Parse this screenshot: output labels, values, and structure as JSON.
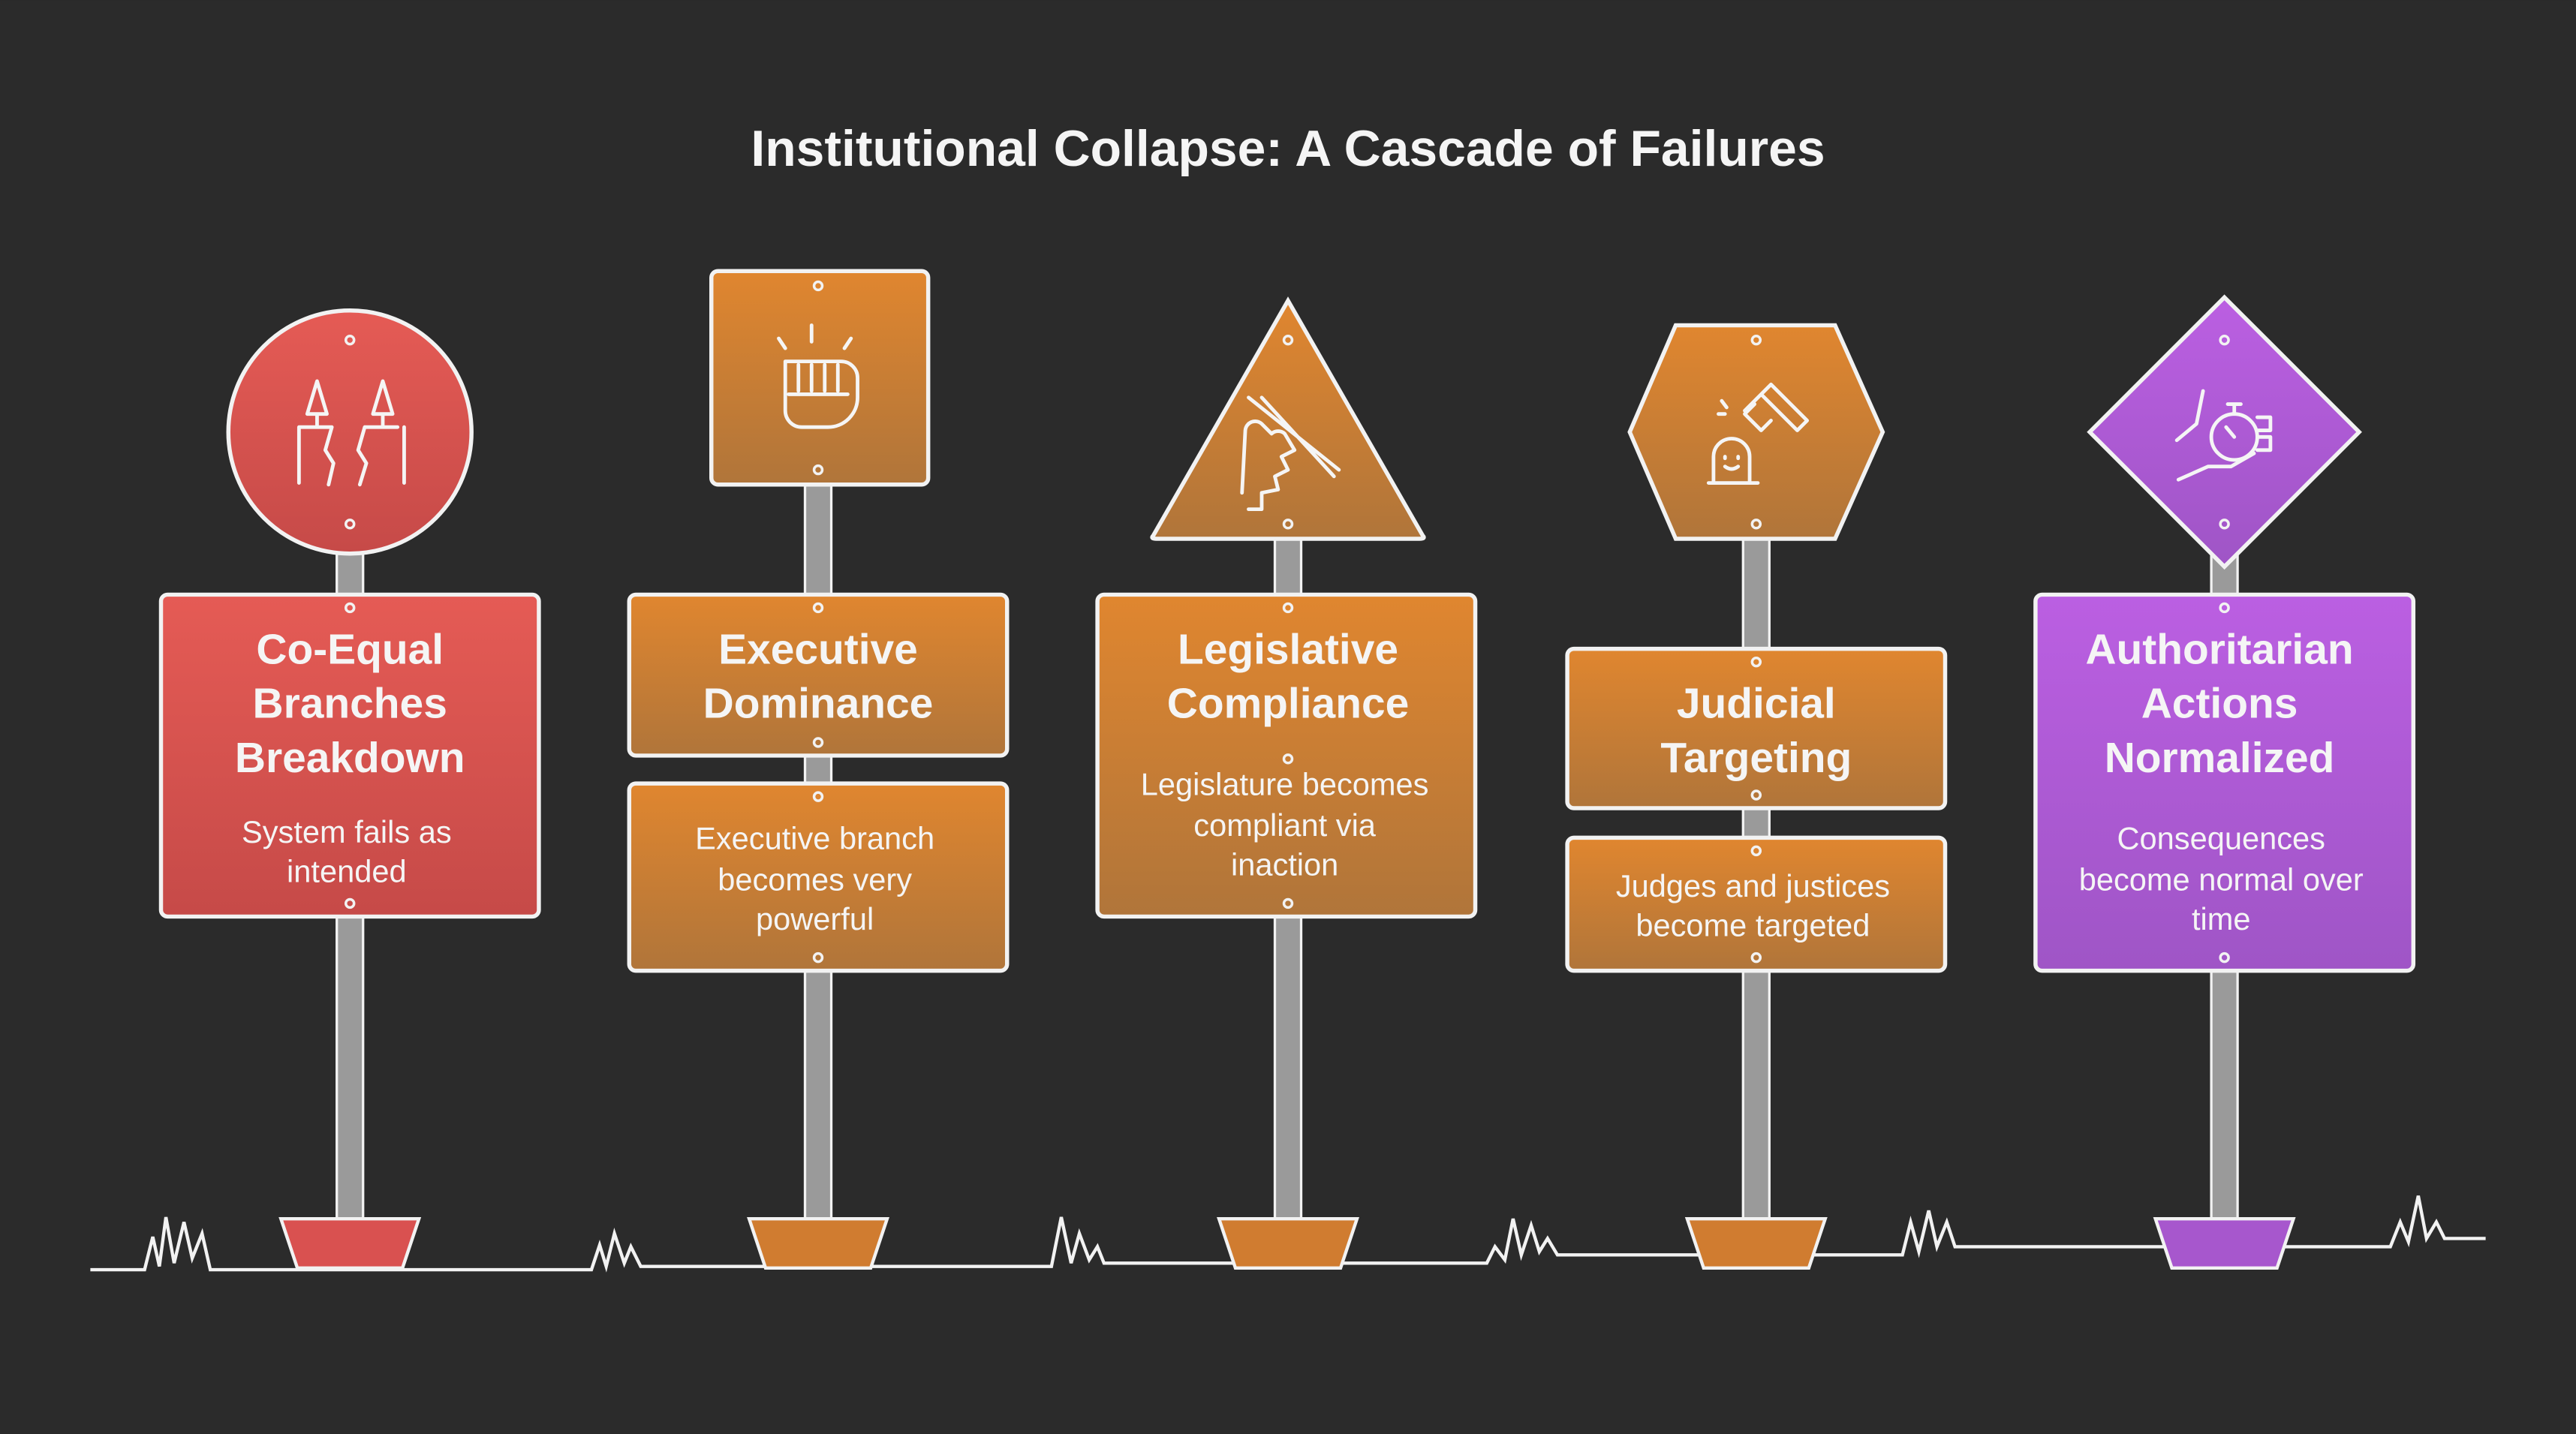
{
  "title": "Institutional Collapse: A Cascade of Failures",
  "colors": {
    "background": "#2b2b2b",
    "red": "#e05a55",
    "orange": "#dd8430",
    "purple": "#b95ee0"
  },
  "signs": [
    {
      "icon": "broken-pillars-icon",
      "heading": [
        "Co-Equal",
        "Branches",
        "Breakdown"
      ],
      "description": [
        "System fails as",
        "intended"
      ]
    },
    {
      "icon": "fist-icon",
      "heading": [
        "Executive",
        "Dominance"
      ],
      "description": [
        "Executive branch",
        "becomes very",
        "powerful"
      ]
    },
    {
      "icon": "hand-holding-pen-icon",
      "heading": [
        "Legislative",
        "Compliance"
      ],
      "description": [
        "Legislature becomes",
        "compliant via",
        "inaction"
      ]
    },
    {
      "icon": "gavel-judge-icon",
      "heading": [
        "Judicial",
        "Targeting"
      ],
      "description": [
        "Judges and justices",
        "become targeted"
      ]
    },
    {
      "icon": "hand-stopwatch-icon",
      "heading": [
        "Authoritarian",
        "Actions",
        "Normalized"
      ],
      "description": [
        "Consequences",
        "become normal over",
        "time"
      ]
    }
  ]
}
